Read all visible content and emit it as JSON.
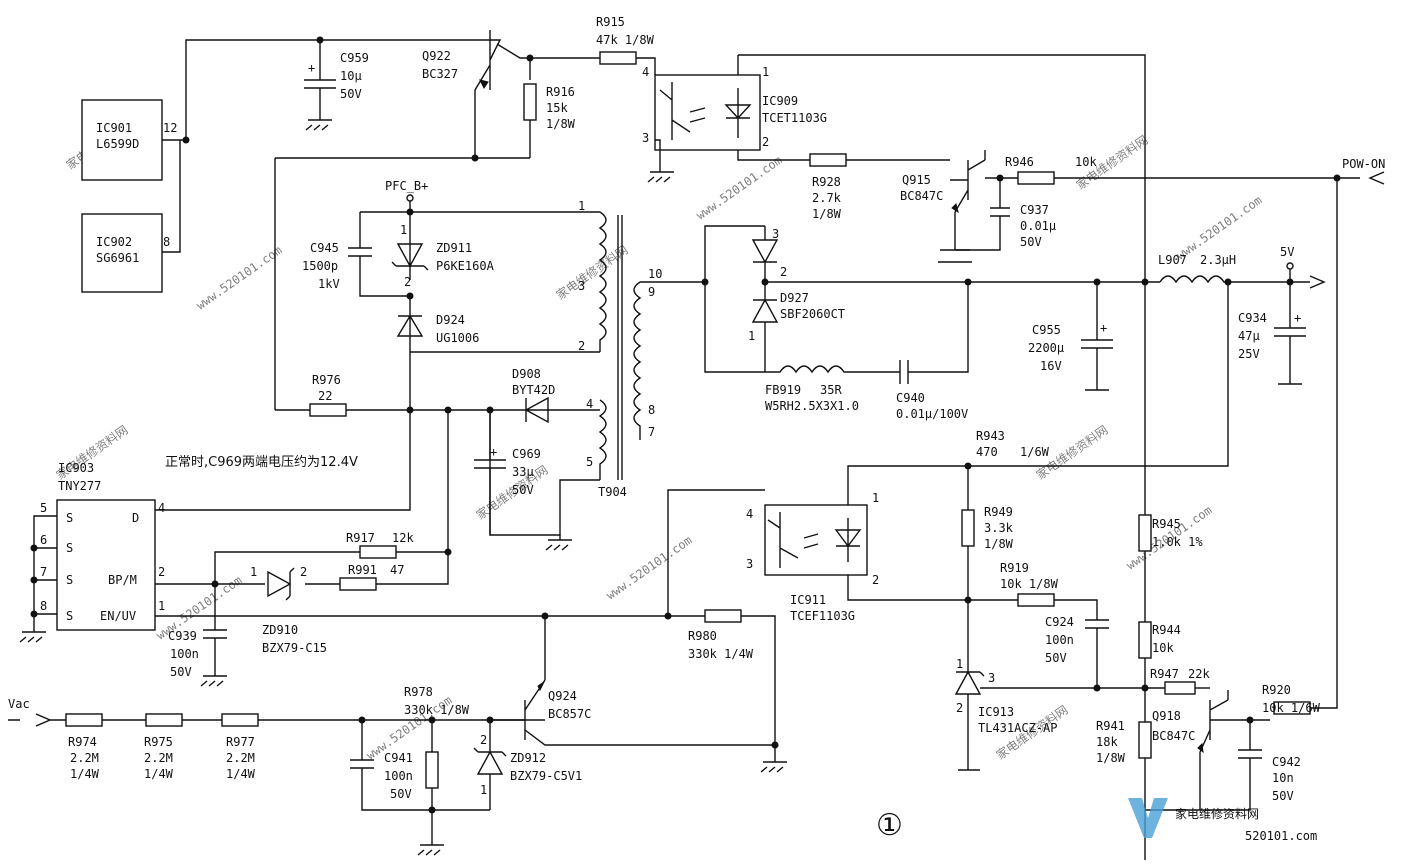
{
  "watermark": {
    "text_a": "家电维修资料网",
    "text_b": "www.520101.com",
    "logo_cn": "家电维修资料网",
    "logo_url": "520101.com"
  },
  "note": "正常时,C969两端电压约为12.4V",
  "figure_number": "①",
  "nets": {
    "pfc_b": "PFC_B+",
    "pow_on": "POW-ON",
    "v5": "5V",
    "vac": "Vac"
  },
  "ics": {
    "ic901": {
      "ref": "IC901",
      "part": "L6599D",
      "pin": "12"
    },
    "ic902": {
      "ref": "IC902",
      "part": "SG6961",
      "pin": "8"
    },
    "ic903": {
      "ref": "IC903",
      "part": "TNY277",
      "pins_left": [
        "5",
        "6",
        "7",
        "8"
      ],
      "pins_left_names": [
        "S",
        "S",
        "S",
        "S"
      ],
      "pin_d": "D",
      "pin_d_num": "4",
      "pin_bp": "BP/M",
      "pin_bp_num": "2",
      "pin_en": "EN/UV",
      "pin_en_num": "1"
    },
    "ic909": {
      "ref": "IC909",
      "part": "TCET1103G",
      "p1": "1",
      "p2": "2",
      "p3": "3",
      "p4": "4"
    },
    "ic911": {
      "ref": "IC911",
      "part": "TCEF1103G",
      "p1": "1",
      "p2": "2",
      "p3": "3",
      "p4": "4"
    },
    "ic913": {
      "ref": "IC913",
      "part": "TL431ACZ-AP",
      "p1": "1",
      "p2": "2",
      "p3": "3"
    }
  },
  "transistors": {
    "q922": {
      "ref": "Q922",
      "part": "BC327"
    },
    "q915": {
      "ref": "Q915",
      "part": "BC847C"
    },
    "q924": {
      "ref": "Q924",
      "part": "BC857C"
    },
    "q918": {
      "ref": "Q918",
      "part": "BC847C"
    }
  },
  "resistors": {
    "r915": {
      "ref": "R915",
      "val": "47k  1/8W"
    },
    "r916": {
      "ref": "R916",
      "val": "15k",
      "pw": "1/8W"
    },
    "r928": {
      "ref": "R928",
      "val": "2.7k",
      "pw": "1/8W"
    },
    "r946": {
      "ref": "R946",
      "val": "10k"
    },
    "r976": {
      "ref": "R976",
      "val": "22"
    },
    "r917": {
      "ref": "R917",
      "val": "12k"
    },
    "r991": {
      "ref": "R991",
      "val": "47"
    },
    "r943": {
      "ref": "R943",
      "val": "470",
      "pw": "1/6W"
    },
    "r949": {
      "ref": "R949",
      "val": "3.3k",
      "pw": "1/8W"
    },
    "r919": {
      "ref": "R919",
      "val": "10k  1/8W"
    },
    "r945": {
      "ref": "R945",
      "val": "1.0k  1%"
    },
    "r944": {
      "ref": "R944",
      "val": "10k"
    },
    "r947": {
      "ref": "R947",
      "val": "22k"
    },
    "r941": {
      "ref": "R941",
      "val": "18k",
      "pw": "1/8W"
    },
    "r920": {
      "ref": "R920",
      "val": "10k  1/6W"
    },
    "r980": {
      "ref": "R980",
      "val": "330k  1/4W"
    },
    "r978": {
      "ref": "R978",
      "val": "330k  1/8W"
    },
    "r974": {
      "ref": "R974",
      "val": "2.2M",
      "pw": "1/4W"
    },
    "r975": {
      "ref": "R975",
      "val": "2.2M",
      "pw": "1/4W"
    },
    "r977": {
      "ref": "R977",
      "val": "2.2M",
      "pw": "1/4W"
    }
  },
  "capacitors": {
    "c959": {
      "ref": "C959",
      "val": "10μ",
      "v": "50V"
    },
    "c945": {
      "ref": "C945",
      "val": "1500p",
      "v": "1kV"
    },
    "c937": {
      "ref": "C937",
      "val": "0.01μ",
      "v": "50V"
    },
    "c955": {
      "ref": "C955",
      "val": "2200μ",
      "v": "16V"
    },
    "c934": {
      "ref": "C934",
      "val": "47μ",
      "v": "25V"
    },
    "c940": {
      "ref": "C940",
      "val": "0.01μ/100V"
    },
    "c969": {
      "ref": "C969",
      "val": "33μ",
      "v": "50V"
    },
    "c939": {
      "ref": "C939",
      "val": "100n",
      "v": "50V"
    },
    "c924": {
      "ref": "C924",
      "val": "100n",
      "v": "50V"
    },
    "c941": {
      "ref": "C941",
      "val": "100n",
      "v": "50V"
    },
    "c942": {
      "ref": "C942",
      "val": "10n",
      "v": "50V"
    }
  },
  "diodes": {
    "zd911": {
      "ref": "ZD911",
      "part": "P6KE160A",
      "p1": "1",
      "p2": "2"
    },
    "d924": {
      "ref": "D924",
      "part": "UG1006"
    },
    "d908": {
      "ref": "D908",
      "part": "BYT42D"
    },
    "d927": {
      "ref": "D927",
      "part": "SBF2060CT",
      "p1": "1",
      "p2": "2",
      "p3": "3"
    },
    "zd910": {
      "ref": "ZD910",
      "part": "BZX79-C15",
      "p1": "1",
      "p2": "2"
    },
    "zd912": {
      "ref": "ZD912",
      "part": "BZX79-C5V1",
      "p1": "1",
      "p2": "2"
    }
  },
  "inductors": {
    "l907": {
      "ref": "L907",
      "val": "2.3μH"
    },
    "fb919": {
      "ref": "FB919",
      "val": "35R",
      "part": "W5RH2.5X3X1.0"
    }
  },
  "transformer": {
    "ref": "T904",
    "pins": [
      "1",
      "3",
      "2",
      "4",
      "5",
      "10",
      "9",
      "8",
      "7"
    ]
  }
}
